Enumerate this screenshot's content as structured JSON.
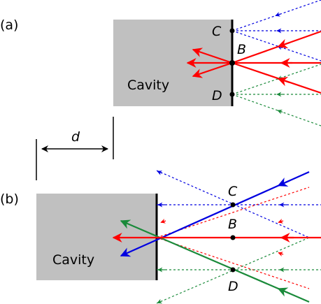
{
  "panel_a": {
    "tag": "(a)",
    "cavity_label": "Cavity",
    "points": {
      "c": "C",
      "b": "B",
      "d": "D"
    }
  },
  "dimension": {
    "label": "d"
  },
  "panel_b": {
    "tag": "(b)",
    "cavity_label": "Cavity",
    "points": {
      "c": "C",
      "b": "B",
      "d": "D"
    }
  },
  "colors": {
    "cavity_fill": "#c0c0c0",
    "red": "#ff0000",
    "blue": "#0000e0",
    "green": "#1a8a3a",
    "black": "#000000"
  }
}
